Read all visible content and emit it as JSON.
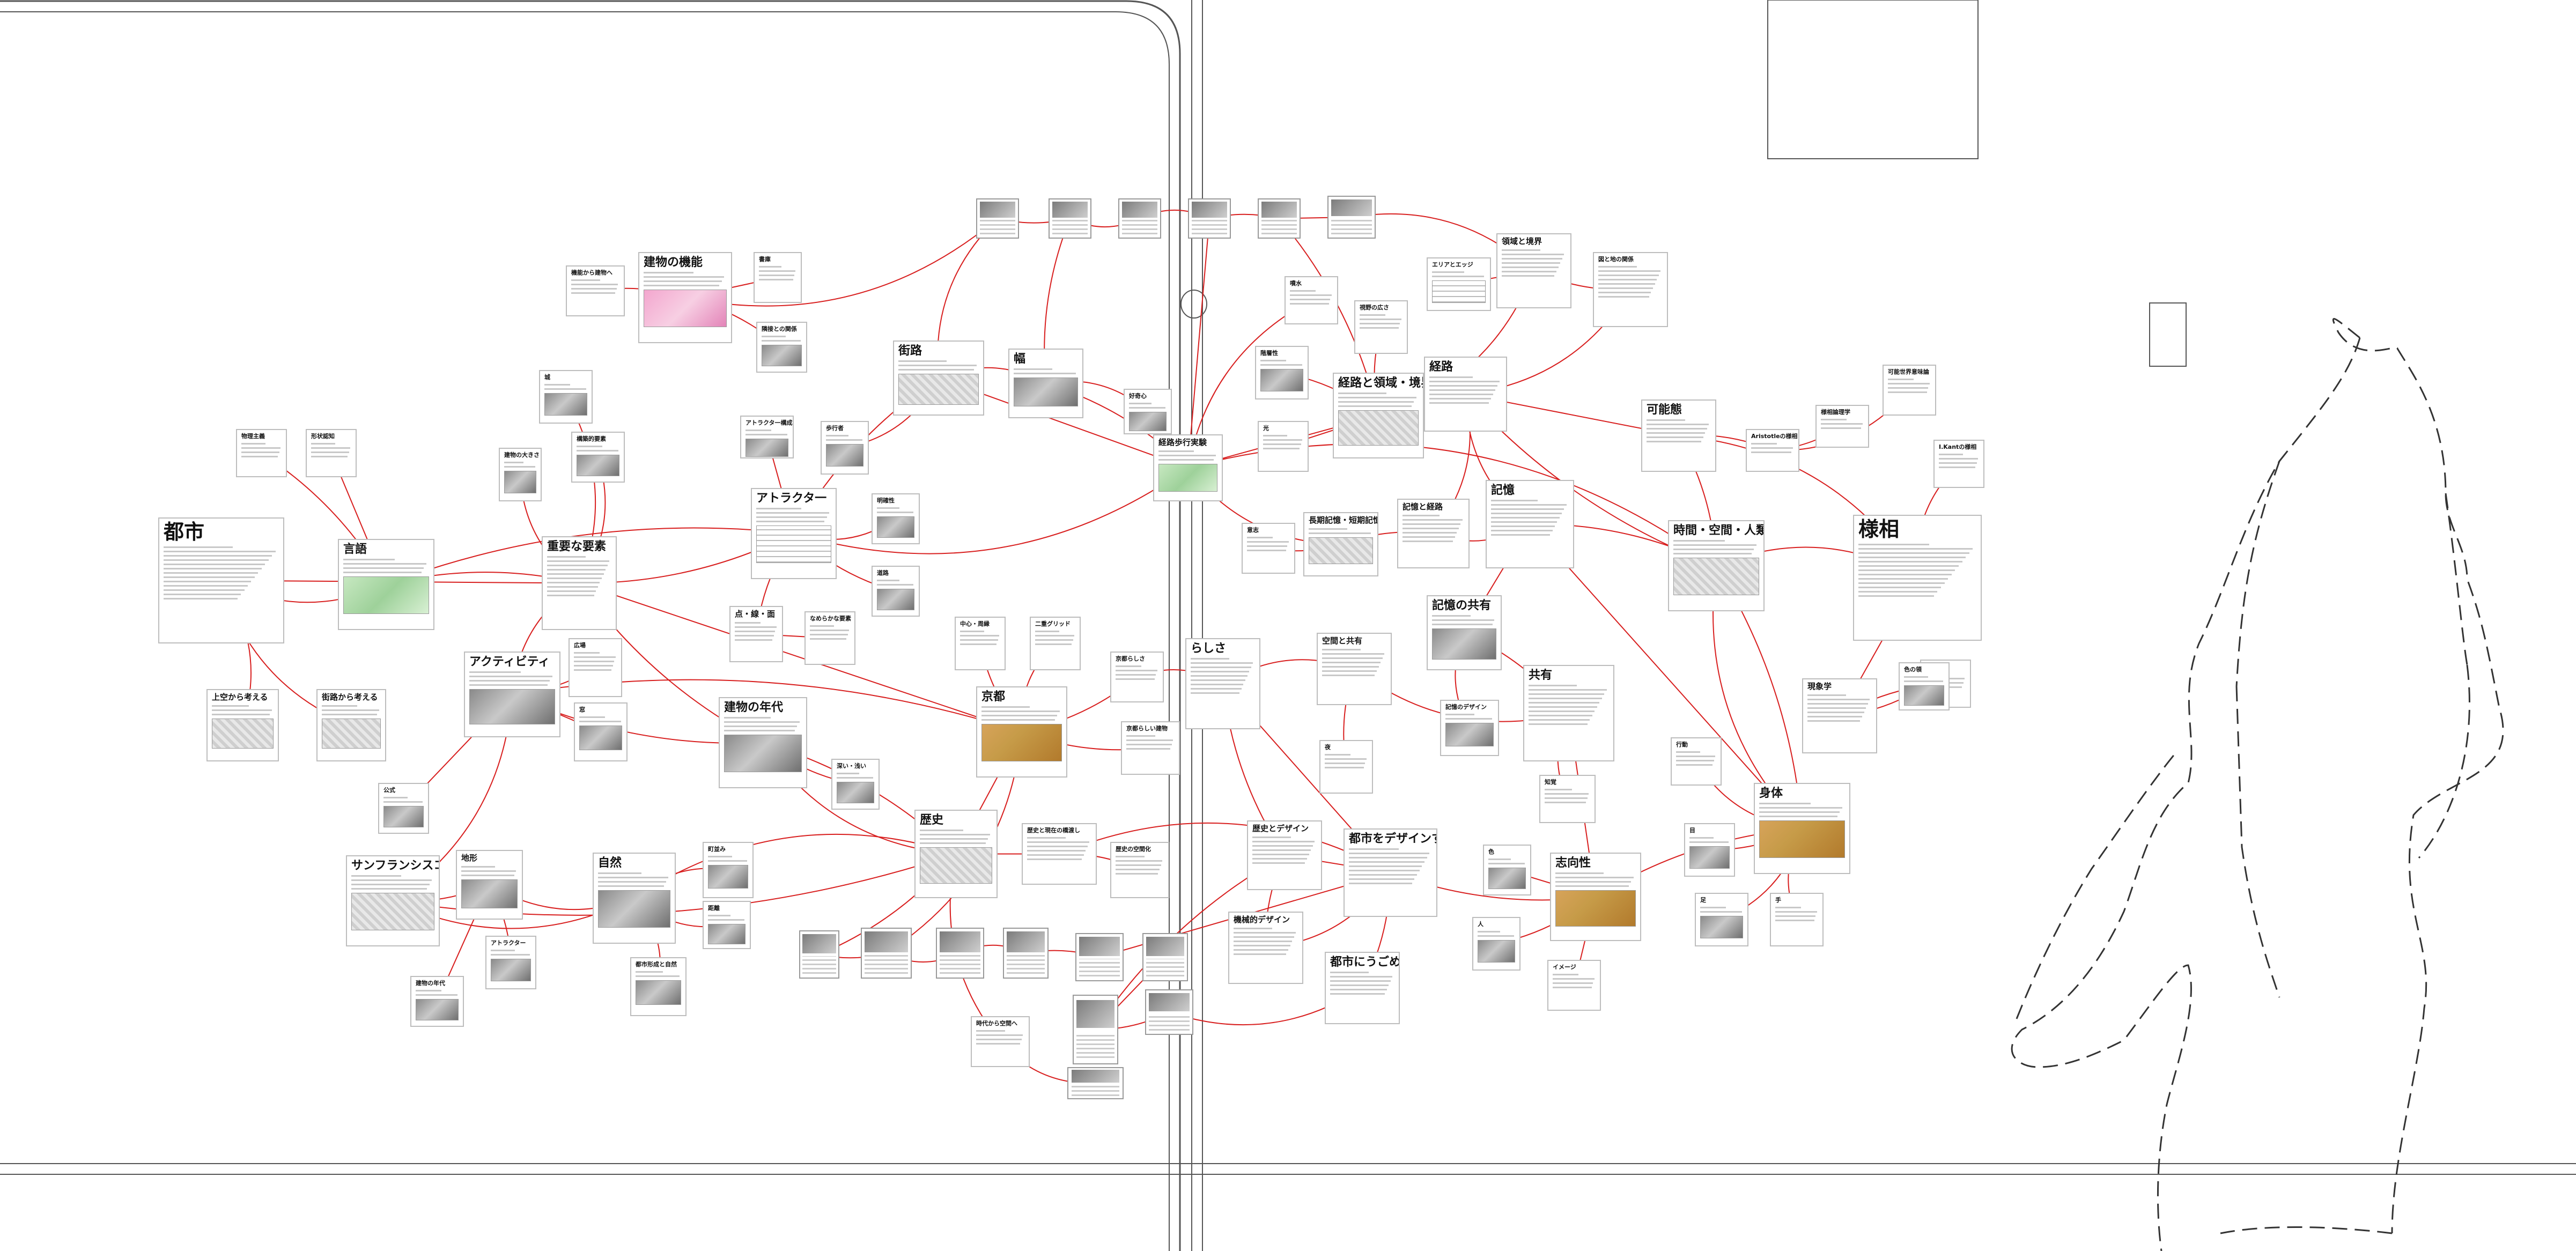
{
  "colors": {
    "edge": "#d81e1e",
    "card_border": "#bdbdbd",
    "frame": "#444444"
  },
  "nodes": [
    {
      "id": "toshi",
      "title": "都市",
      "size": "xl"
    },
    {
      "id": "gengo",
      "title": "言語",
      "size": "l"
    },
    {
      "id": "butsuri",
      "title": "物理主義",
      "size": "s"
    },
    {
      "id": "keijo",
      "title": "形状認知",
      "size": "s"
    },
    {
      "id": "joukuu",
      "title": "上空から考える",
      "size": "m"
    },
    {
      "id": "gairo_kara",
      "title": "街路から考える",
      "size": "m"
    },
    {
      "id": "kenchiku_kinou",
      "title": "建物の機能",
      "size": "l"
    },
    {
      "id": "kinou_kara",
      "title": "機能から建物へ",
      "size": "s"
    },
    {
      "id": "shokai",
      "title": "書庫",
      "size": "s"
    },
    {
      "id": "kinsetsu",
      "title": "隣接との関係",
      "size": "s"
    },
    {
      "id": "ooki",
      "title": "建物の大きさ",
      "size": "s"
    },
    {
      "id": "kenchiku_youso",
      "title": "構築的要素",
      "size": "s"
    },
    {
      "id": "juuyou",
      "title": "重要な要素",
      "size": "l"
    },
    {
      "id": "attractor",
      "title": "アトラクタ一",
      "size": "l"
    },
    {
      "id": "attractor_kei",
      "title": "アトラクタ一構成",
      "size": "s"
    },
    {
      "id": "gairo",
      "title": "街路",
      "size": "l"
    },
    {
      "id": "haba",
      "title": "幅",
      "size": "l"
    },
    {
      "id": "activity",
      "title": "アクティビティ",
      "size": "l"
    },
    {
      "id": "nendai",
      "title": "建物の年代",
      "size": "l"
    },
    {
      "id": "kyoto",
      "title": "京都",
      "size": "l"
    },
    {
      "id": "rekishi",
      "title": "歴史",
      "size": "l"
    },
    {
      "id": "sf",
      "title": "サンフランシスコ",
      "size": "l"
    },
    {
      "id": "shizen",
      "title": "自然",
      "size": "l"
    },
    {
      "id": "chikei",
      "title": "地形",
      "size": "m"
    },
    {
      "id": "keiro_hokou",
      "title": "経路歩行実験",
      "size": "m"
    },
    {
      "id": "keiro_ryouiki",
      "title": "経路と領域・境界",
      "size": "l"
    },
    {
      "id": "keiro",
      "title": "経路",
      "size": "l"
    },
    {
      "id": "kioku",
      "title": "記憶",
      "size": "l"
    },
    {
      "id": "kioku_keiro",
      "title": "記憶と経路",
      "size": "m"
    },
    {
      "id": "choki",
      "title": "長期記憶・短期記憶",
      "size": "m"
    },
    {
      "id": "kioku_kyouyuu",
      "title": "記憶の共有",
      "size": "l"
    },
    {
      "id": "kyouyuu",
      "title": "共有",
      "size": "l"
    },
    {
      "id": "kuukan_kyouyuu",
      "title": "空間と共有",
      "size": "m"
    },
    {
      "id": "rashisa",
      "title": "らしさ",
      "size": "l"
    },
    {
      "id": "rekishi_design",
      "title": "歴史とデザイン",
      "size": "m"
    },
    {
      "id": "toshi_design",
      "title": "都市をデザインする",
      "size": "l"
    },
    {
      "id": "toshi_chikara",
      "title": "都市にうごめく力",
      "size": "l"
    },
    {
      "id": "kikagaku",
      "title": "機械的デザイン",
      "size": "m"
    },
    {
      "id": "ryouiki",
      "title": "領域と境界",
      "size": "m"
    },
    {
      "id": "zuchi",
      "title": "図と地の関係",
      "size": "s"
    },
    {
      "id": "kanousei",
      "title": "可能態",
      "size": "l"
    },
    {
      "id": "jikan",
      "title": "時間・空間・人類",
      "size": "l"
    },
    {
      "id": "yousou",
      "title": "様相",
      "size": "xl"
    },
    {
      "id": "shintai",
      "title": "身体",
      "size": "l"
    },
    {
      "id": "shikousei",
      "title": "志向性",
      "size": "l"
    },
    {
      "id": "image",
      "title": "イメージ",
      "size": "s"
    },
    {
      "id": "aristotle",
      "title": "Aristotleの様相",
      "size": "s"
    },
    {
      "id": "kant",
      "title": "I.Kantの様相",
      "size": "s"
    },
    {
      "id": "kanou_sekai",
      "title": "可能世界意味論",
      "size": "s"
    },
    {
      "id": "yousou_ronri",
      "title": "様相論理学",
      "size": "s"
    },
    {
      "id": "genshou",
      "title": "現象学",
      "size": "m"
    },
    {
      "id": "zonzai",
      "title": "存在論",
      "size": "s"
    },
    {
      "id": "koudou",
      "title": "行動",
      "size": "s"
    },
    {
      "id": "chishiki",
      "title": "知覚",
      "size": "s"
    },
    {
      "id": "ten_sen_men",
      "title": "点・線・面",
      "size": "m"
    },
    {
      "id": "nameraka",
      "title": "なめらかな要素",
      "size": "s"
    },
    {
      "id": "chushin",
      "title": "中心・周縁",
      "size": "s"
    },
    {
      "id": "nijuu",
      "title": "二重グリッド",
      "size": "s"
    },
    {
      "id": "kyoto_rashisa",
      "title": "京都らしさ",
      "size": "s"
    },
    {
      "id": "kyoto_kenchiku",
      "title": "京都らしい建物",
      "size": "s"
    },
    {
      "id": "rekishi_gendai",
      "title": "歴史と現在の橋渡し",
      "size": "s"
    },
    {
      "id": "rekishi_kuukan",
      "title": "歴史の空間化",
      "size": "s"
    },
    {
      "id": "toshi_keisei",
      "title": "都市形成と自然",
      "size": "s"
    },
    {
      "id": "jiko",
      "title": "時代から空間へ",
      "size": "s"
    },
    {
      "id": "fukai",
      "title": "深い・浅い",
      "size": "s"
    },
    {
      "id": "kenchiku_nendai",
      "title": "建物の年代",
      "size": "s"
    },
    {
      "id": "attractor2",
      "title": "アトラクター",
      "size": "s"
    },
    {
      "id": "hokou_sha",
      "title": "歩行者",
      "size": "s"
    },
    {
      "id": "meikaku",
      "title": "明確性",
      "size": "s"
    },
    {
      "id": "doro",
      "title": "道路",
      "size": "s"
    },
    {
      "id": "entrance",
      "title": "エリアとエッジ",
      "size": "s"
    },
    {
      "id": "shiyasa",
      "title": "視野の広さ",
      "size": "s"
    },
    {
      "id": "funsui",
      "title": "噴水",
      "size": "s"
    },
    {
      "id": "shiro",
      "title": "城",
      "size": "s"
    },
    {
      "id": "kaisou",
      "title": "階層性",
      "size": "s"
    },
    {
      "id": "hikari",
      "title": "光",
      "size": "s"
    },
    {
      "id": "ishi",
      "title": "意志",
      "size": "s"
    },
    {
      "id": "kouki",
      "title": "好奇心",
      "size": "s"
    },
    {
      "id": "ketsu",
      "title": "記憶のデザイン",
      "size": "s"
    },
    {
      "id": "yoru",
      "title": "夜",
      "size": "s"
    },
    {
      "id": "shoku",
      "title": "色",
      "size": "s"
    },
    {
      "id": "hito",
      "title": "人",
      "size": "s"
    },
    {
      "id": "machi",
      "title": "町並み",
      "size": "s"
    },
    {
      "id": "kyori",
      "title": "距離",
      "size": "s"
    },
    {
      "id": "hiroba",
      "title": "広場",
      "size": "s"
    },
    {
      "id": "mado",
      "title": "窓",
      "size": "s"
    },
    {
      "id": "me",
      "title": "目",
      "size": "s"
    },
    {
      "id": "ashi",
      "title": "足",
      "size": "s"
    },
    {
      "id": "te",
      "title": "手",
      "size": "s"
    },
    {
      "id": "iro2",
      "title": "色の領",
      "size": "s"
    },
    {
      "id": "koushiki",
      "title": "公式",
      "size": "s"
    }
  ]
}
